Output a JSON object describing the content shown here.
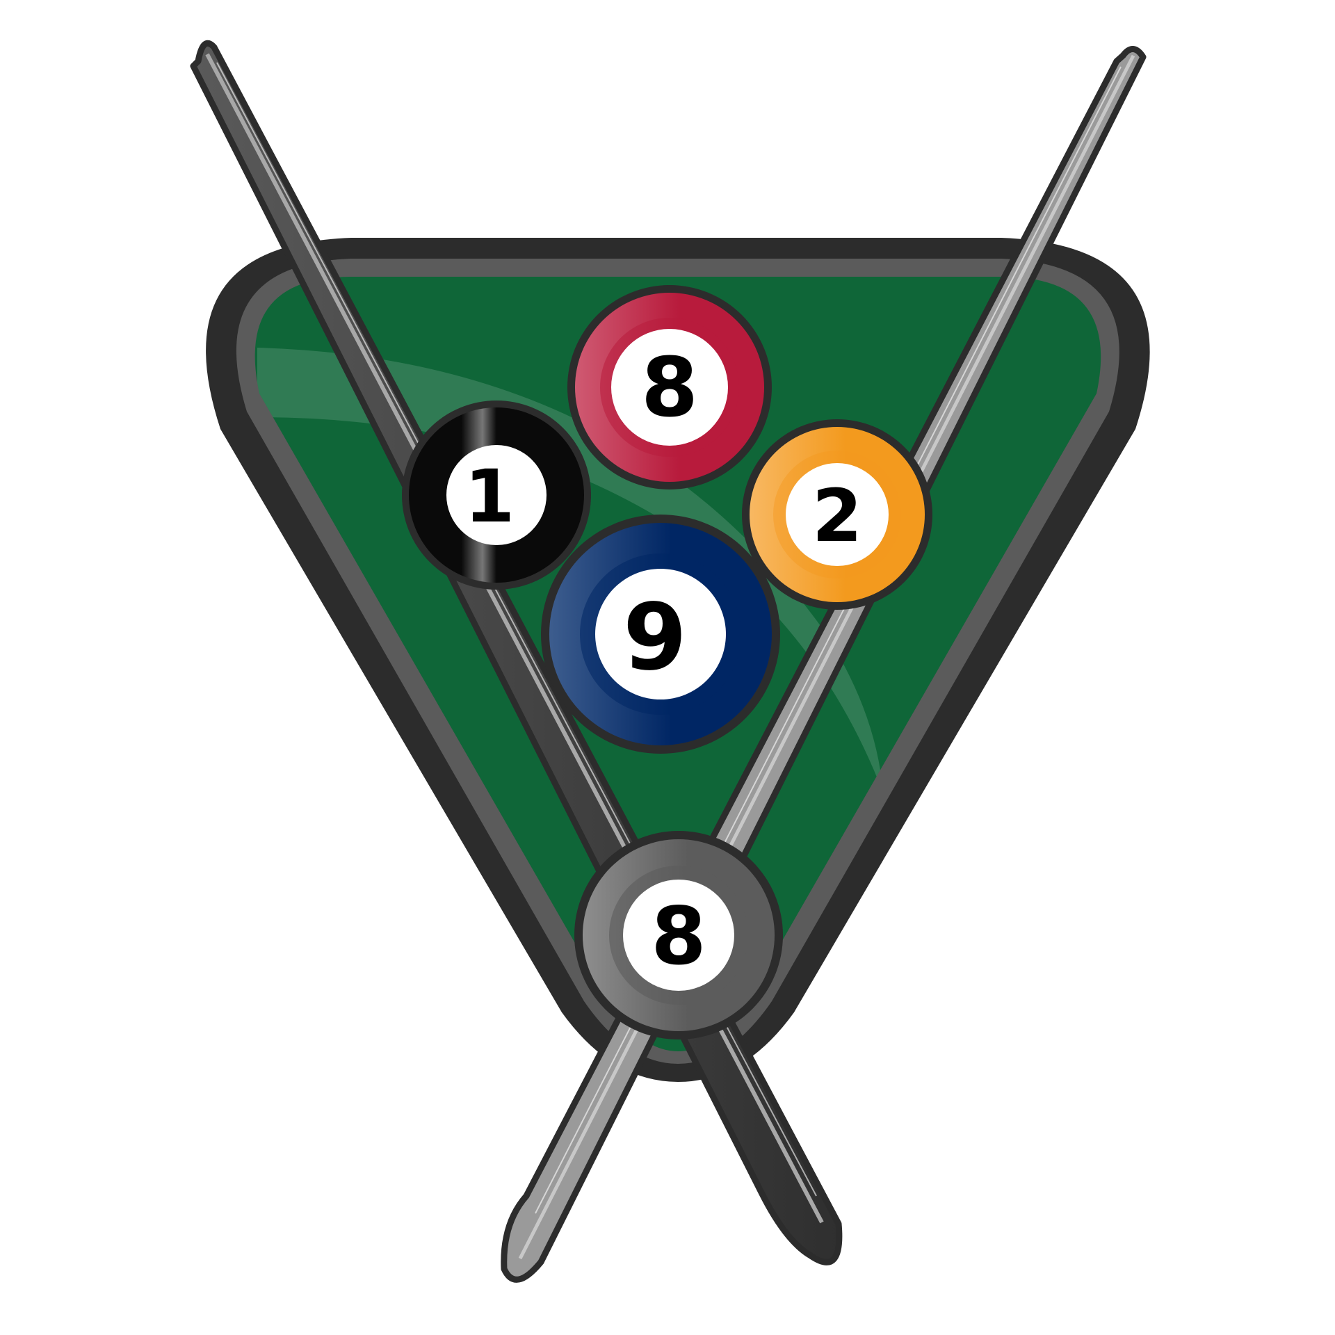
{
  "colors": {
    "background": "#ffffff",
    "rack_outline": "#2c2c2c",
    "rack_rim": "#5b5b5b",
    "felt": "#0f6638",
    "cue_light": "#9a9a9a",
    "cue_dark": "#3a3a3a",
    "cue_outline": "#2c2c2c"
  },
  "icons": [
    "billiard-rack-icon",
    "pool-cue-icon",
    "billiard-ball-icon"
  ],
  "balls": [
    {
      "id": "ball-8-red",
      "number": "8",
      "color": "#b81b3c",
      "highlight": "#cf5a72"
    },
    {
      "id": "ball-1-black",
      "number": "1",
      "color": "#0a0a0a",
      "highlight": "#555555"
    },
    {
      "id": "ball-2-orange",
      "number": "2",
      "color": "#f39a1e",
      "highlight": "#f8b862"
    },
    {
      "id": "ball-9-blue",
      "number": "9",
      "color": "#002664",
      "highlight": "#3d5d8e"
    },
    {
      "id": "ball-8-grey",
      "number": "8",
      "color": "#5c5c5c",
      "highlight": "#8e8e8e"
    }
  ]
}
